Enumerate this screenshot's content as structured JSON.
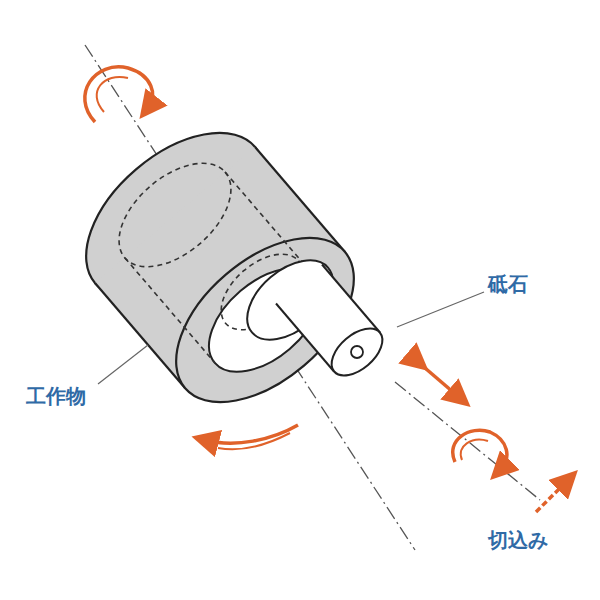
{
  "diagram": {
    "labels": [
      "砥石",
      "工作物",
      "切込み"
    ]
  }
}
